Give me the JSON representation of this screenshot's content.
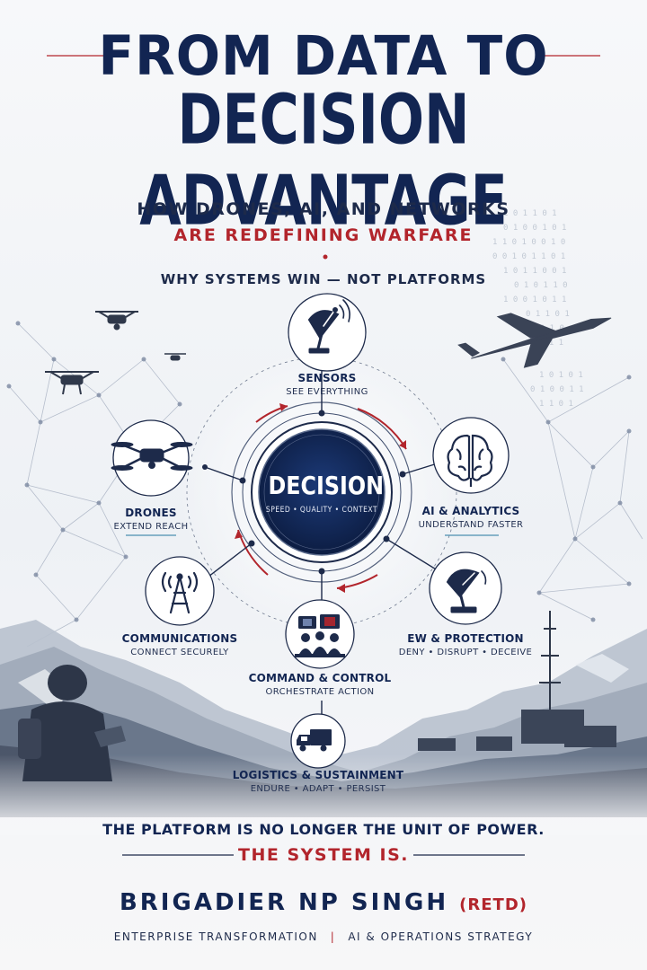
{
  "header": {
    "title_line1": "FROM DATA TO",
    "title_line2": "DECISION ADVANTAGE",
    "subtitle_line1": "HOW DRONES, AI, AND NETWORKS",
    "subtitle_line2": "ARE REDEFINING WARFARE",
    "tagline": "WHY SYSTEMS WIN — NOT PLATFORMS"
  },
  "hub": {
    "title": "DECISION",
    "subtitle": "SPEED • QUALITY • CONTEXT"
  },
  "nodes": [
    {
      "id": "sensors",
      "icon": "satellite-dish-icon",
      "title": "SENSORS",
      "subtitle": "SEE EVERYTHING"
    },
    {
      "id": "ai",
      "icon": "brain-icon",
      "title": "AI & ANALYTICS",
      "subtitle": "UNDERSTAND FASTER"
    },
    {
      "id": "ew",
      "icon": "radar-dish-icon",
      "title": "EW & PROTECTION",
      "subtitle": "DENY • DISRUPT • DECEIVE"
    },
    {
      "id": "c2",
      "icon": "command-center-icon",
      "title": "COMMAND & CONTROL",
      "subtitle": "ORCHESTRATE ACTION"
    },
    {
      "id": "logistics",
      "icon": "truck-icon",
      "title": "LOGISTICS & SUSTAINMENT",
      "subtitle": "ENDURE • ADAPT • PERSIST"
    },
    {
      "id": "comms",
      "icon": "radio-tower-icon",
      "title": "COMMUNICATIONS",
      "subtitle": "CONNECT SECURELY"
    },
    {
      "id": "drones",
      "icon": "drone-icon",
      "title": "DRONES",
      "subtitle": "EXTEND REACH"
    }
  ],
  "footer": {
    "punchline_1": "THE PLATFORM IS NO LONGER THE UNIT OF POWER.",
    "punchline_2": "THE SYSTEM IS.",
    "author": "BRIGADIER NP SINGH",
    "author_suffix": "(RETD)",
    "credential_1": "ENTERPRISE TRANSFORMATION",
    "credential_sep": "|",
    "credential_2": "AI & OPERATIONS STRATEGY"
  },
  "colors": {
    "navy": "#122552",
    "red": "#b2252c",
    "background": "#f3f5f8"
  }
}
